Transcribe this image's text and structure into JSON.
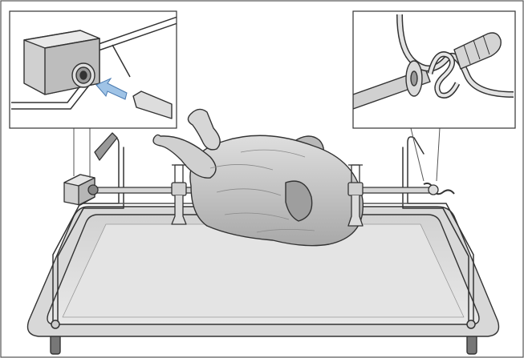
{
  "figure": {
    "subject": "rotisserie-spit-with-chicken-over-baking-tray",
    "palette": {
      "line": "#333333",
      "tray_fill": "#d9d9d9",
      "tray_inner": "#e6e6e6",
      "chicken_fill": "#c8c8c8",
      "chicken_shade": "#a9a9a9",
      "metal_fill": "#cfcfcf",
      "arrow": "#9fc3e6",
      "inset_bg": "#ffffff",
      "frame": "#555555"
    },
    "insets": [
      {
        "id": "left-detail",
        "depicts": "spit-tip-inserted-into-motor-drive-socket"
      },
      {
        "id": "right-detail",
        "depicts": "handle-end-resting-in-support-hook"
      }
    ]
  }
}
